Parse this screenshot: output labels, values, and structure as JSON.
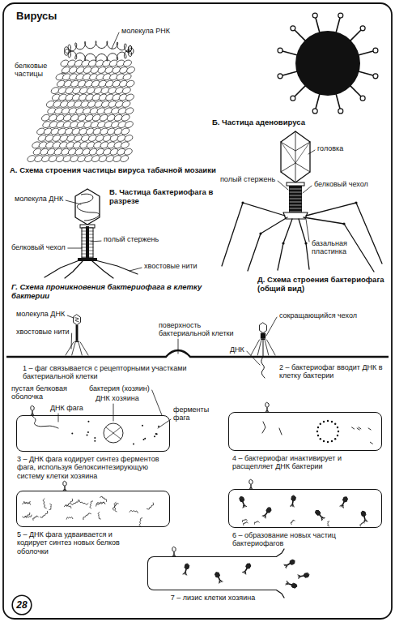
{
  "diagram": {
    "title": "Вирусы",
    "nodes": [
      {
        "text": [
          "3 – ДНК фага кодирует синтез ферментов фага, используя белоксинтезирующую систему клетки хозяина"
        ]
      },
      {
        "text": [
          "4 – бактериофаг инактивирует и расщепляет ДНК бактерии"
        ]
      },
      {
        "text": [
          "5 – ДНК фага удваивается и кодирует синтез новых белков оболочки"
        ]
      },
      {
        "text": [
          "6 – образование новых частиц бактериофагов"
        ]
      },
      {
        "text": [
          "7 – лизис клетки хозяина"
        ]
      },
      {
        "text": [
          "28"
        ]
      }
    ],
    "labels": [
      "молекула РНК",
      "белковые частицы",
      "А. Схема строения частицы вируса табачной мозаики",
      "Б. Частица аденовируса",
      "головка",
      "полый стержень",
      "белковый чехол",
      "базальная пластинка",
      "Д. Схема строения бактериофага (общий вид)",
      "молекула ДНК",
      "В. Частица бактериофага в разрезе",
      "полый стержень",
      "белковый чехол",
      "хвостовые нити",
      "Г. Схема проникновения бактериофага в клетку бактерии",
      "молекула ДНК",
      "хвостовые нити",
      "поверхность бактериальной клетки",
      "сокращающийся чехол",
      "1 – фаг связывается с рецепторными участками бактериальной клетки",
      "ДНК",
      "2 – бактериофаг вводит ДНК в клетку бактерии",
      "пустая белковая оболочка",
      "ДНК фага",
      "бактерия (хозяин)",
      "ДНК хозяина",
      "ферменты фага"
    ]
  }
}
